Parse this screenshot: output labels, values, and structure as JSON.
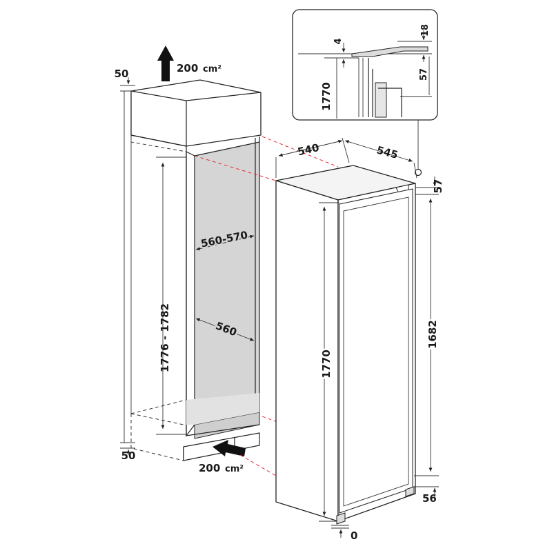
{
  "diagram": {
    "air_top": {
      "value": "200",
      "unit": "cm²"
    },
    "air_bottom": {
      "value": "200",
      "unit": "cm²"
    },
    "clear_top": "50",
    "clear_bottom": "50",
    "niche_width_range": "560-570",
    "niche_width_min": "560",
    "niche_height_range": "1776 - 1782",
    "appliance_width": "540",
    "appliance_depth": "545",
    "appliance_height": "1770",
    "door_height": "1682",
    "top_offset": "57",
    "bottom_offset": "56",
    "floor_gap": "0",
    "detail": {
      "gap_left": "4",
      "gap_right": "18",
      "total_height": "1770",
      "offset": "57"
    }
  },
  "colors": {
    "line": "#222222",
    "cabinet_fill": "#e6e6e6",
    "niche_fill": "#d7d7d7",
    "alignment_dash": "#e0303a"
  }
}
